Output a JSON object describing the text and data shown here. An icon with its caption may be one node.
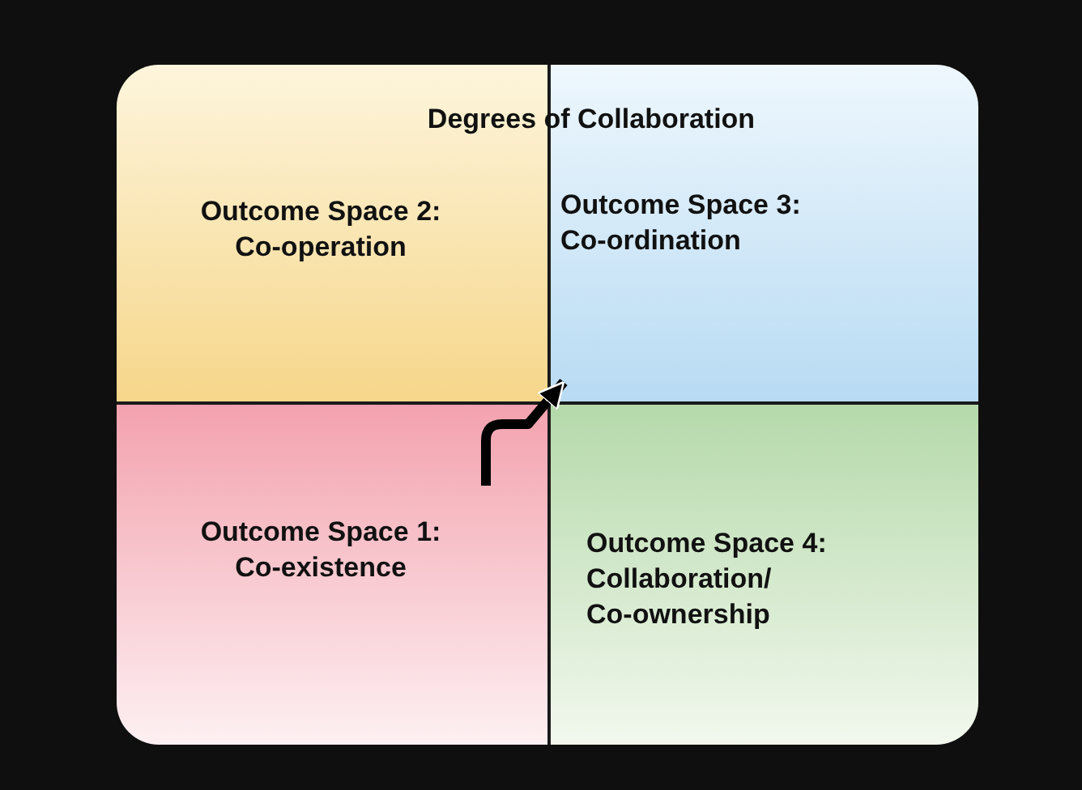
{
  "diagram": {
    "title": "Degrees of Collaboration",
    "nodes": [
      {
        "text": [
          "Outcome Space 2: Co-operation"
        ]
      },
      {
        "text": [
          "Outcome Space 3: Co-ordination"
        ]
      },
      {
        "text": [
          "Outcome Space 1: Co-existence"
        ]
      },
      {
        "text": [
          "Outcome Space 4: Collaboration/ Co-ownership"
        ]
      }
    ],
    "edges": [
      {
        "from": 2,
        "to": 1,
        "arrow": "to"
      }
    ]
  }
}
